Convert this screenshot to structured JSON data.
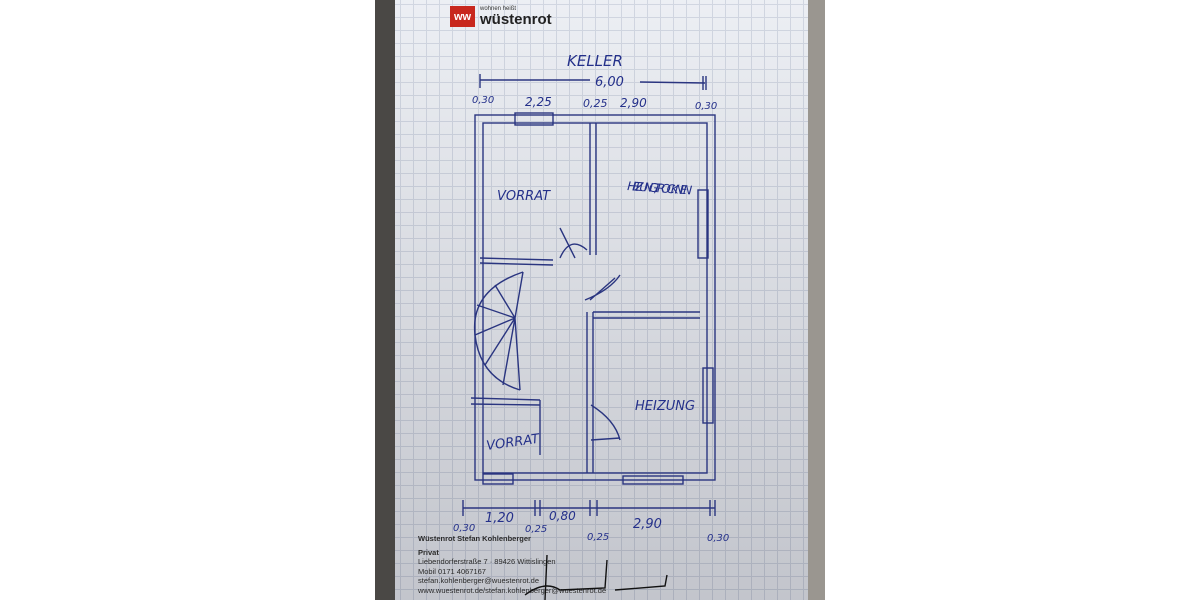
{
  "logo": {
    "tagline": "wohnen heißt",
    "brand": "wüstenrot",
    "mark": "ww",
    "color": "#c8281e"
  },
  "plan": {
    "title": "KELLER",
    "total_width": "6,00",
    "top_dims": [
      "0,30",
      "2,25",
      "0,25",
      "2,90",
      "0,30"
    ],
    "bottom_dims": [
      "1,20",
      "0,80",
      "2,90"
    ],
    "bottom_sub_dims": [
      "0,30",
      "0,25",
      "0,25",
      "0,30"
    ],
    "rooms": [
      "VORRAT",
      "HEIZUNG, TROCKNEN",
      "HEIZUNG",
      "VORRAT"
    ],
    "ink_color": "#24308a"
  },
  "footer": {
    "name": "Wüstenrot Stefan Kohlenberger",
    "label": "Privat",
    "address": "Liebendorferstraße 7 · 89426 Wittislingen",
    "phone": "Mobil 0171 4067167",
    "email": "stefan.kohlenberger@wuestenrot.de",
    "web": "www.wuestenrot.de/stefan.kohlenberger@wuestenrot.de"
  }
}
